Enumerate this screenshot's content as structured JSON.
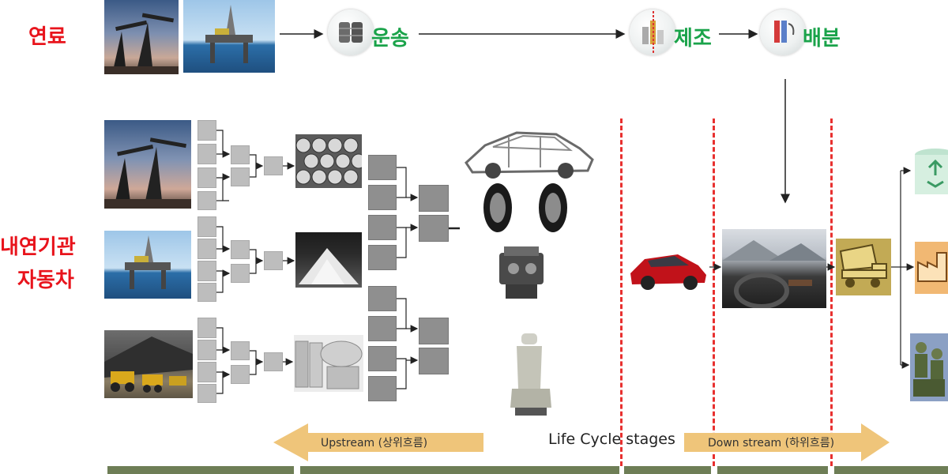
{
  "labels": {
    "fuel": "연료",
    "ice_vehicle": [
      "내연기관",
      "자동차"
    ]
  },
  "fuel_chain": {
    "transport": "운송",
    "manufacture": "제조",
    "distribution": "배분"
  },
  "life_cycle": {
    "upstream": "Upstream (상위흐름)",
    "stages": "Life Cycle stages",
    "downstream": "Down stream (하위흐름)"
  },
  "colors": {
    "label_red": "#e8141c",
    "label_green": "#1aa34a",
    "dash_red": "#e8302f",
    "arrow_tan": "#efc57a",
    "bottom_bar": "#6e7e56"
  },
  "icons": [
    "oil-pumpjack-image",
    "offshore-rig-image",
    "mining-image",
    "barrels-icon",
    "refinery-icon",
    "fuel-pump-icon",
    "steel-rolls-image",
    "plastic-pellets-image",
    "metal-drums-image",
    "car-body-image",
    "tires-image",
    "engine-image",
    "seat-image",
    "red-car-image",
    "driving-interior-image",
    "dump-truck-icon",
    "recycle-bin-icon",
    "factory-icon",
    "soldiers-icon"
  ]
}
